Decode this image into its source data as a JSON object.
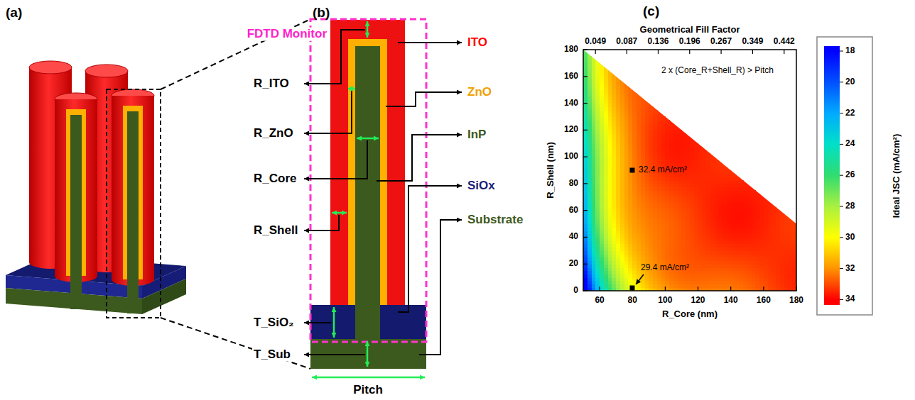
{
  "diagram": {
    "labels": [
      "(a)",
      "(b)",
      "FDTD Monitor",
      "R_ITO",
      "R_ZnO",
      "R_Core",
      "R_Shell",
      "T_SiO₂",
      "T_Sub",
      "Pitch",
      "ITO",
      "ZnO",
      "InP",
      "SiOx",
      "Substrate",
      "(c)",
      "Geometrical Fill Factor",
      "0.049",
      "0.087",
      "0.136",
      "0.196",
      "0.267",
      "0.349",
      "0.442",
      "2 x (Core_R+Shell_R) > Pitch",
      "32.4 mA/cm²",
      "29.4 mA/cm²",
      "0",
      "20",
      "40",
      "60",
      "80",
      "100",
      "120",
      "140",
      "160",
      "180",
      "R_Shell (nm)",
      "60",
      "80",
      "100",
      "120",
      "140",
      "160",
      "180",
      "R_Core (nm)",
      "18",
      "20",
      "22",
      "24",
      "26",
      "28",
      "30",
      "32",
      "34",
      "Ideal JSC (mA/cm²)"
    ]
  }
}
